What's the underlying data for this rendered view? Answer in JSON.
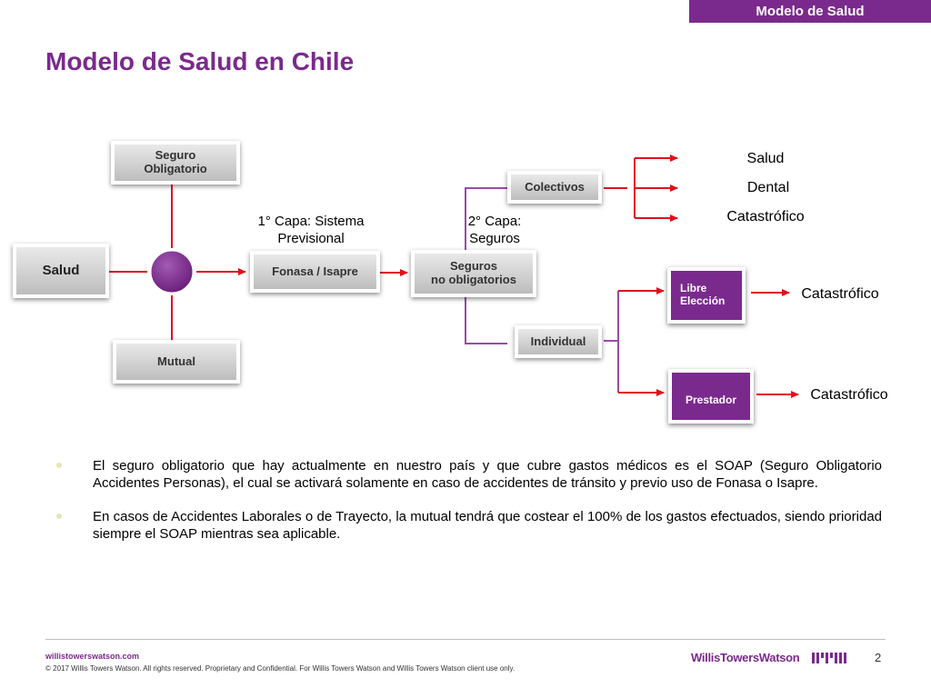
{
  "header": {
    "section_tab": "Modelo de Salud",
    "title": "Modelo de Salud en Chile"
  },
  "diagram": {
    "salud": "Salud",
    "seguro_obligatorio": [
      "Seguro",
      "Obligatorio"
    ],
    "mutual": "Mutual",
    "capa1_label": [
      "1° Capa: Sistema",
      "Previsional"
    ],
    "fonasa_isapre": "Fonasa / Isapre",
    "capa2_label": [
      "2° Capa:",
      "Seguros"
    ],
    "seguros_no_obligatorios": [
      "Seguros",
      "no obligatorios"
    ],
    "colectivos": "Colectivos",
    "individual": "Individual",
    "colectivos_outcomes": [
      "Salud",
      "Dental",
      "Catastrófico"
    ],
    "libre_eleccion": [
      "Libre",
      "Elección"
    ],
    "prestador": "Prestador",
    "libre_outcome": "Catastrófico",
    "prestador_outcome": "Catastrófico"
  },
  "bullets": [
    "El seguro obligatorio que hay actualmente en nuestro país y que cubre gastos médicos es el SOAP (Seguro Obligatorio Accidentes Personas), el cual se activará solamente en caso de accidentes de tránsito y previo uso de Fonasa o Isapre.",
    "En casos de Accidentes Laborales o de Trayecto, la mutual tendrá que costear el 100% de los gastos efectuados, siendo prioridad siempre el SOAP mientras sea aplicable."
  ],
  "footer": {
    "url": "willistowerswatson.com",
    "copyright": "© 2017 Willis Towers Watson. All rights reserved. Proprietary and Confidential. For Willis Towers Watson and Willis Towers Watson client use only.",
    "brand": "WillisTowersWatson",
    "page_number": "2"
  },
  "colors": {
    "brand_purple": "#7a2a8c",
    "arrow_red": "#e0101a",
    "connector_purple": "#9a4aa8"
  }
}
